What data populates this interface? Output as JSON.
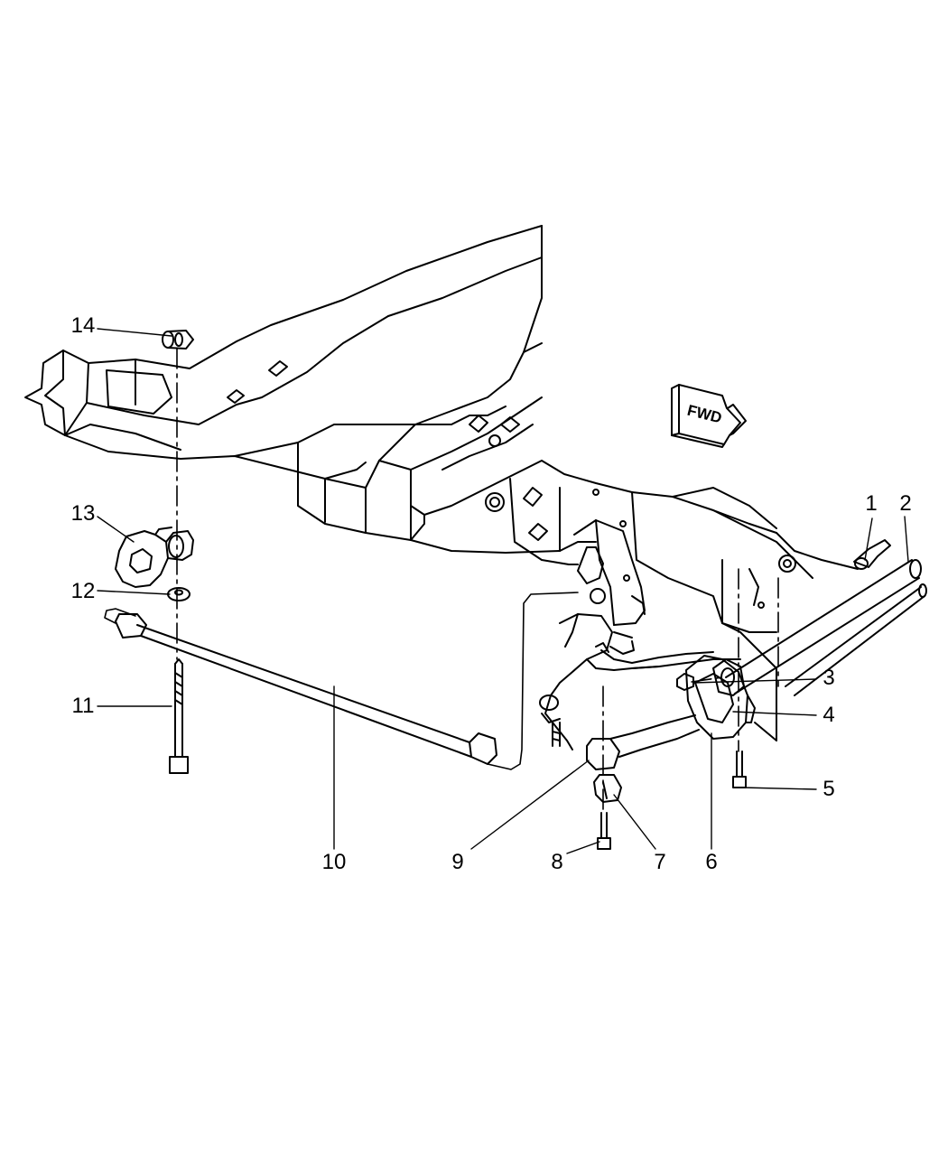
{
  "diagram": {
    "fwd_label": "FWD",
    "ink_color": "#000000",
    "background": "#ffffff",
    "callouts": [
      {
        "label": "1"
      },
      {
        "label": "2"
      },
      {
        "label": "3"
      },
      {
        "label": "4"
      },
      {
        "label": "5"
      },
      {
        "label": "6"
      },
      {
        "label": "7"
      },
      {
        "label": "8"
      },
      {
        "label": "9"
      },
      {
        "label": "10"
      },
      {
        "label": "11"
      },
      {
        "label": "12"
      },
      {
        "label": "13"
      },
      {
        "label": "14"
      }
    ]
  }
}
